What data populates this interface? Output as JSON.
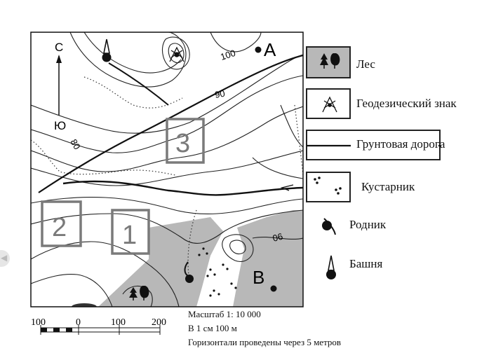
{
  "map": {
    "north_label": "С",
    "south_label": "Ю",
    "point_a": "A",
    "point_b": "B",
    "contour_labels": [
      "100",
      "90",
      "80",
      "06"
    ],
    "squares": [
      "1",
      "2",
      "3"
    ]
  },
  "legend": {
    "forest": "Лес",
    "geodetic": "Геодезический знак",
    "road": "Грунтовая дорога",
    "shrub": "Кустарник",
    "spring": "Родник",
    "tower": "Башня"
  },
  "scale": {
    "ticks": [
      "100",
      "0",
      "100",
      "200"
    ],
    "title": "Масштаб      1: 10 000",
    "per_cm": "В 1 см 100 м",
    "contours": "Горизонтали проведены через 5 метров"
  },
  "colors": {
    "forest_fill": "#b8b8b8",
    "square_stroke": "#7a7a7a",
    "ink": "#111111"
  }
}
